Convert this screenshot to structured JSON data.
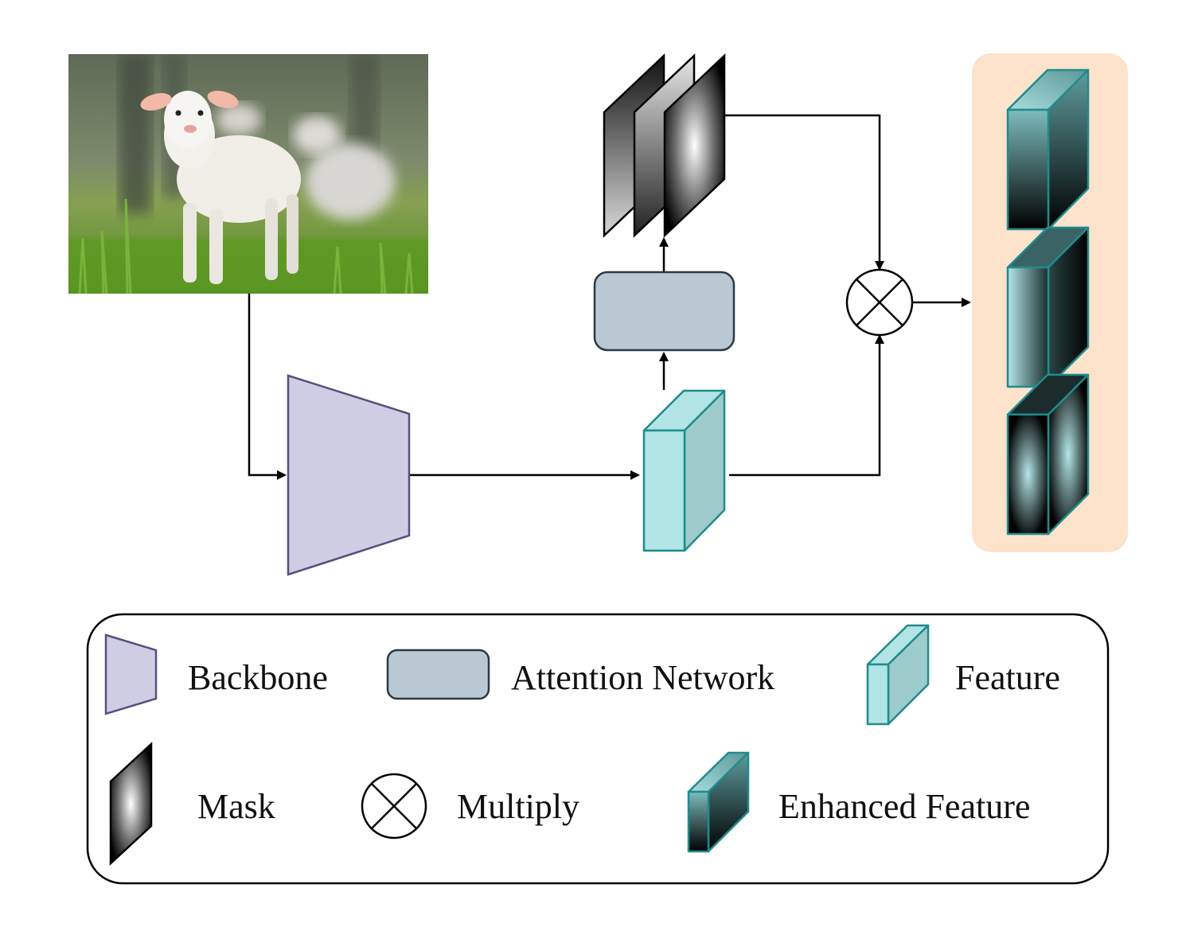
{
  "diagram": {
    "input_image": {
      "subject": "lamb standing in green grass with blurred sheep in background"
    },
    "components": {
      "backbone": {
        "color": "#cfcde4",
        "stroke": "#56507a"
      },
      "attention_network": {
        "color": "#b9c8d2",
        "stroke": "#2a3a46"
      },
      "feature": {
        "color_front": "#b2e5e6",
        "color_side": "#9ccbcc",
        "stroke": "#1f8c8c"
      },
      "enhanced_panel": {
        "color": "#fde3cc"
      }
    }
  },
  "legend": {
    "items": [
      {
        "icon": "backbone-icon",
        "label": "Backbone"
      },
      {
        "icon": "attention-network-icon",
        "label": "Attention Network"
      },
      {
        "icon": "feature-icon",
        "label": "Feature"
      },
      {
        "icon": "mask-icon",
        "label": "Mask"
      },
      {
        "icon": "multiply-icon",
        "label": "Multiply"
      },
      {
        "icon": "enhanced-feature-icon",
        "label": "Enhanced Feature"
      }
    ]
  }
}
